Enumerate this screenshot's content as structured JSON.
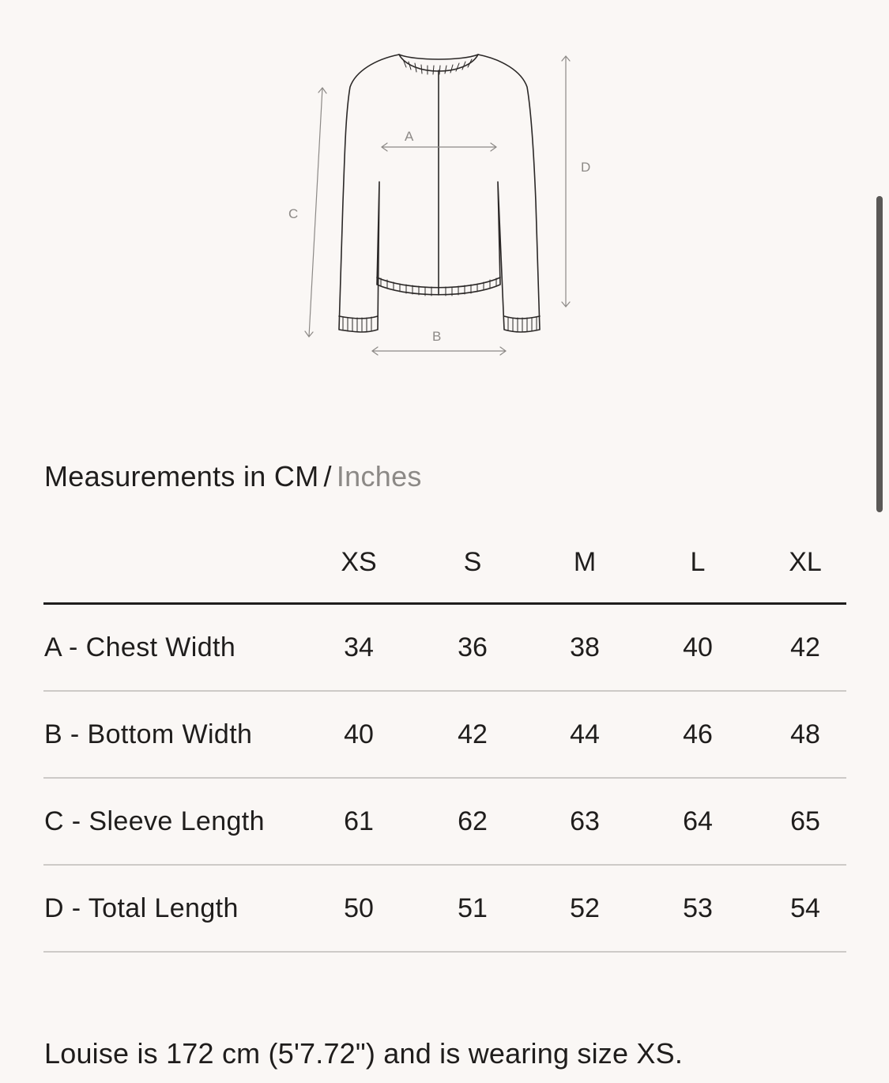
{
  "diagram": {
    "labels": {
      "a": "A",
      "b": "B",
      "c": "C",
      "d": "D"
    }
  },
  "units": {
    "prefix": "Measurements in CM",
    "separator": "/",
    "alt": "Inches"
  },
  "table": {
    "sizes": [
      "XS",
      "S",
      "M",
      "L",
      "XL"
    ],
    "rows": [
      {
        "label": "A - Chest Width",
        "values": [
          "34",
          "36",
          "38",
          "40",
          "42"
        ]
      },
      {
        "label": "B - Bottom Width",
        "values": [
          "40",
          "42",
          "44",
          "46",
          "48"
        ]
      },
      {
        "label": "C - Sleeve Length",
        "values": [
          "61",
          "62",
          "63",
          "64",
          "65"
        ]
      },
      {
        "label": "D - Total Length",
        "values": [
          "50",
          "51",
          "52",
          "53",
          "54"
        ]
      }
    ]
  },
  "note": "Louise is 172 cm (5'7.72\") and is wearing size XS."
}
